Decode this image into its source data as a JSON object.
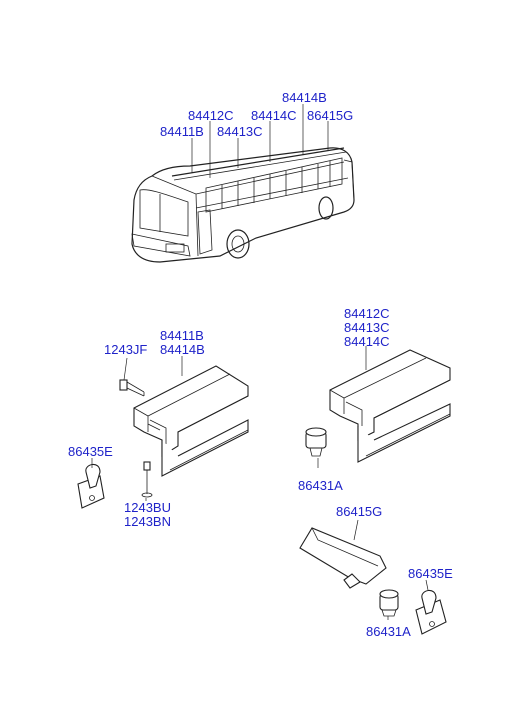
{
  "labels": {
    "bus_84414B": "84414B",
    "bus_84412C": "84412C",
    "bus_84414C": "84414C",
    "bus_84411B": "84411B",
    "bus_84413C": "84413C",
    "bus_86415G": "86415G",
    "l_84411B": "84411B",
    "l_84414B": "84414B",
    "l_1243JF": "1243JF",
    "l_86435E": "86435E",
    "l_1243BU": "1243BU",
    "l_1243BN": "1243BN",
    "r_84412C": "84412C",
    "r_84413C": "84413C",
    "r_84414C": "84414C",
    "r_86431A": "86431A",
    "r_86415G": "86415G",
    "r_86435E": "86435E",
    "r_86431A_2": "86431A"
  },
  "colors": {
    "label": "#1f23c9",
    "line": "#222222"
  }
}
